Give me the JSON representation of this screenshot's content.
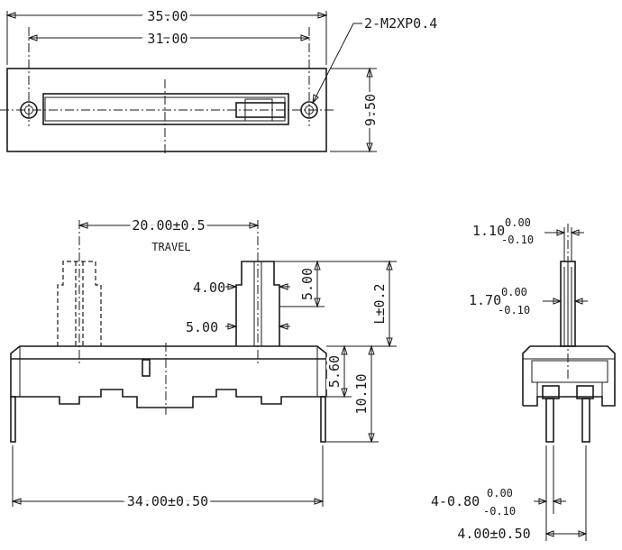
{
  "dimensions": {
    "overall_length": "35.00",
    "hole_spacing": "31.00",
    "mount_holes": "2-M2XP0.4",
    "body_width": "9.50",
    "travel_value": "20.00±0.5",
    "travel_label": "TRAVEL",
    "lever_width": "4.00",
    "lever_step": "5.00",
    "lever_tip": "5.00",
    "lever_height": "L±0.2",
    "body_height": "5.60",
    "total_height": "10.10",
    "pin_spacing": "34.00±0.50",
    "tip_width_nominal": "1.10",
    "tip_width_upper": "0.00",
    "tip_width_lower": "-0.10",
    "lever_thick_nominal": "1.70",
    "lever_thick_upper": "0.00",
    "lever_thick_lower": "-0.10",
    "pins_nominal": "4-0.80",
    "pins_upper": "0.00",
    "pins_lower": "-0.10",
    "pin_pitch": "4.00±0.50"
  }
}
